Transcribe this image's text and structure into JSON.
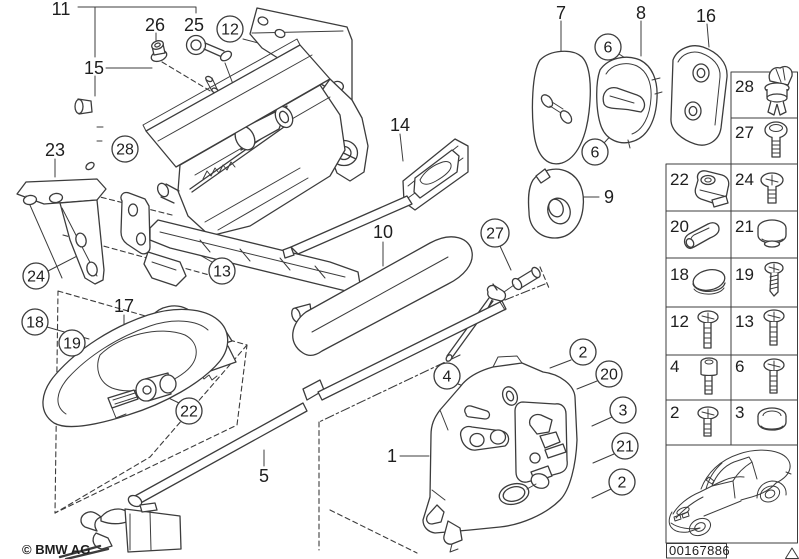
{
  "colors": {
    "line_art": "#3c3c3c",
    "background": "#ffffff"
  },
  "labels": {
    "n1": "1",
    "n2": "2",
    "n3": "3",
    "n4": "4",
    "n5": "5",
    "n6": "6",
    "n7": "7",
    "n8": "8",
    "n9": "9",
    "n10": "10",
    "n11": "11",
    "n12": "12",
    "n13": "13",
    "n14": "14",
    "n15": "15",
    "n16": "16",
    "n17": "17",
    "n18": "18",
    "n19": "19",
    "n20": "20",
    "n21": "21",
    "n22": "22",
    "n23": "23",
    "n24": "24",
    "n25": "25",
    "n26": "26",
    "n27": "27",
    "n28": "28"
  },
  "legend": {
    "cells": [
      {
        "num": "28",
        "icon": "expanding-rivet-icon"
      },
      {
        "num": "27",
        "icon": "oval-head-screw-icon"
      },
      {
        "num": "22",
        "icon": "cable-clamp-icon"
      },
      {
        "num": "24",
        "icon": "pan-head-screw-icon"
      },
      {
        "num": "20",
        "icon": "bow-clip-icon"
      },
      {
        "num": "21",
        "icon": "grommet-plug-icon"
      },
      {
        "num": "18",
        "icon": "cap-plug-icon"
      },
      {
        "num": "19",
        "icon": "tapping-screw-icon"
      },
      {
        "num": "12",
        "icon": "pan-head-screw-icon"
      },
      {
        "num": "13",
        "icon": "pan-head-screw-icon"
      },
      {
        "num": "4",
        "icon": "cheese-head-screw-icon"
      },
      {
        "num": "6",
        "icon": "pan-head-screw-icon"
      },
      {
        "num": "2",
        "icon": "pan-head-screw-icon"
      },
      {
        "num": "3",
        "icon": "sealing-plug-icon"
      }
    ],
    "vehicle_thumbnail": "bmw-coupe-line-drawing"
  },
  "footer": {
    "copyright": "© BMW AG",
    "part_number": "00167886"
  }
}
